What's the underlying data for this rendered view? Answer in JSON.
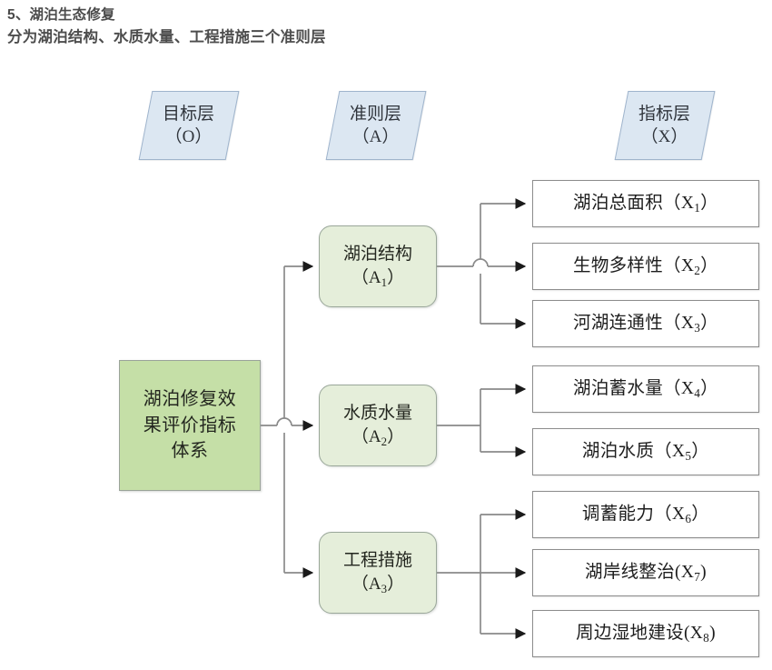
{
  "headings": {
    "line1": "5、湖泊生态修复",
    "line2": "分为湖泊结构、水质水量、工程措施三个准则层"
  },
  "layer_headers": [
    {
      "id": "goal-layer",
      "title": "目标层",
      "code": "（O）"
    },
    {
      "id": "criteria-layer",
      "title": "准则层",
      "code": "（A）"
    },
    {
      "id": "indicator-layer",
      "title": "指标层",
      "code": "（X）"
    }
  ],
  "goal": {
    "label": "湖泊修复效\n果评价指标\n体系"
  },
  "criteria": [
    {
      "id": "A1",
      "name": "湖泊结构",
      "code": "A",
      "index": "1"
    },
    {
      "id": "A2",
      "name": "水质水量",
      "code": "A",
      "index": "2"
    },
    {
      "id": "A3",
      "name": "工程措施",
      "code": "A",
      "index": "3"
    }
  ],
  "indicators": [
    {
      "id": "X1",
      "parent": "A1",
      "name": "湖泊总面积",
      "sep": "（X",
      "index": "1",
      "close": "）"
    },
    {
      "id": "X2",
      "parent": "A1",
      "name": "生物多样性",
      "sep": "（X",
      "index": "2",
      "close": "）"
    },
    {
      "id": "X3",
      "parent": "A1",
      "name": "河湖连通性",
      "sep": "（X",
      "index": "3",
      "close": "）"
    },
    {
      "id": "X4",
      "parent": "A2",
      "name": "湖泊蓄水量",
      "sep": "（X",
      "index": "4",
      "close": "）"
    },
    {
      "id": "X5",
      "parent": "A2",
      "name": "湖泊水质",
      "sep": "（X",
      "index": "5",
      "close": "）"
    },
    {
      "id": "X6",
      "parent": "A3",
      "name": "调蓄能力",
      "sep": "（X",
      "index": "6",
      "close": "）"
    },
    {
      "id": "X7",
      "parent": "A3",
      "name": "湖岸线整治",
      "sep": "(X",
      "index": "7",
      "close": ")"
    },
    {
      "id": "X8",
      "parent": "A3",
      "name": "周边湿地建设",
      "sep": "(X",
      "index": "8",
      "close": ")"
    }
  ],
  "colors": {
    "goal_fill": "#c5dfa7",
    "criteria_fill": "#e5eeda",
    "layer_header_fill": "#dce7f2",
    "layer_header_border": "#9fb4cc",
    "indicator_fill": "#ffffff",
    "indicator_border": "#8d8d8d",
    "connector": "#8a8a8a",
    "heading_text": "#4a4a4a",
    "page_background": "#ffffff"
  },
  "diagram_meta": {
    "type": "hierarchy",
    "levels": 3,
    "edges": [
      "goal->A1",
      "goal->A2",
      "goal->A3",
      "A1->X1",
      "A1->X2",
      "A1->X3",
      "A2->X4",
      "A2->X5",
      "A3->X6",
      "A3->X7",
      "A3->X8"
    ]
  }
}
